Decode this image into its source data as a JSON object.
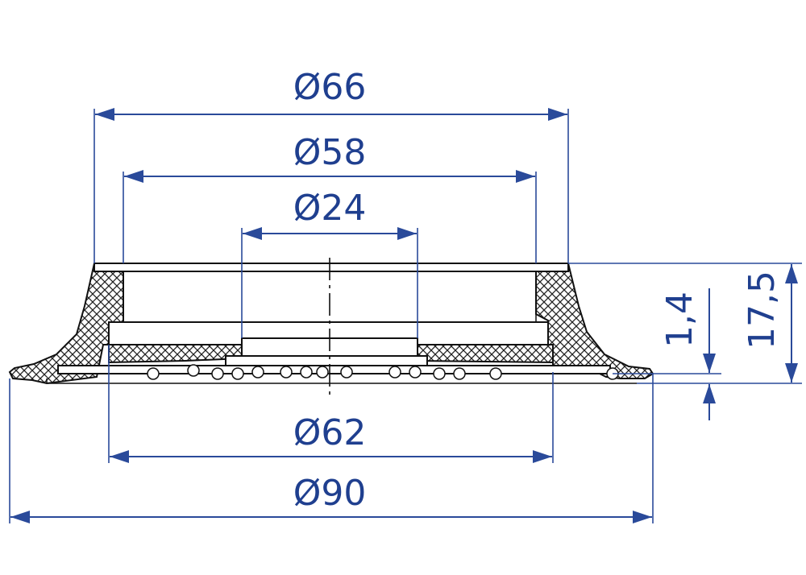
{
  "dimensions": {
    "d66": "Ø66",
    "d58": "Ø58",
    "d24": "Ø24",
    "d62": "Ø62",
    "d90": "Ø90",
    "h14": "1,4",
    "h175": "17,5"
  },
  "colors": {
    "dimension": "#1f3f8f",
    "outline": "#111111",
    "hatch": "#222222"
  }
}
